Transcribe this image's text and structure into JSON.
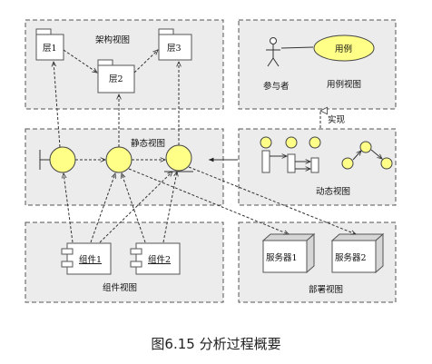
{
  "panels": {
    "architecture": "架构视图",
    "usecase": "用例视图",
    "static": "静态视图",
    "dynamic": "动态视图",
    "component": "组件视图",
    "deployment": "部署视图"
  },
  "packages": {
    "layer1": "层1",
    "layer2": "层2",
    "layer3": "层3"
  },
  "usecase": {
    "actor": "参与者",
    "ellipse": "用例"
  },
  "realize_label": "实现",
  "components": {
    "c1": "组件1",
    "c2": "组件2"
  },
  "servers": {
    "s1": "服务器1",
    "s2": "服务器2"
  },
  "caption": "图6.15 分析过程概要"
}
